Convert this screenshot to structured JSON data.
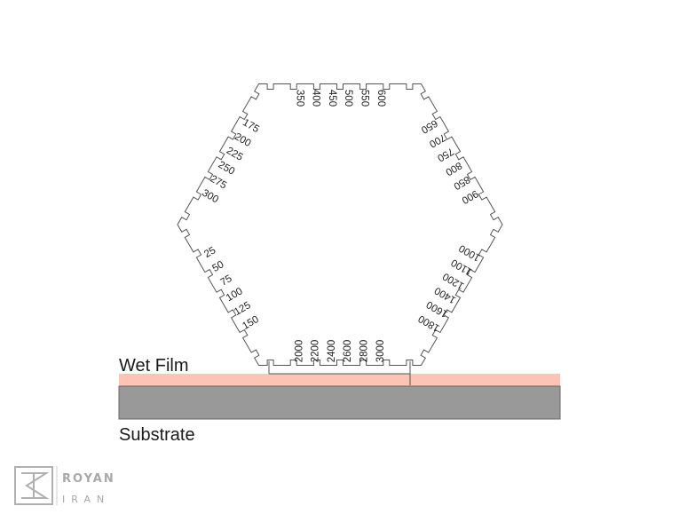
{
  "labels": {
    "wet_film": "Wet Film",
    "substrate": "Substrate"
  },
  "colors": {
    "wet_film": "#fbc4b4",
    "substrate": "#999999",
    "gauge_outline": "#555555",
    "text": "#222222",
    "logo": "#a8a8a8"
  },
  "scales": {
    "top": [
      "350",
      "400",
      "450",
      "500",
      "550",
      "600"
    ],
    "upper_right": [
      "650",
      "700",
      "750",
      "800",
      "850",
      "900"
    ],
    "lower_right": [
      "1000",
      "1100",
      "1200",
      "1400",
      "1600",
      "1800"
    ],
    "bottom": [
      "3000",
      "2800",
      "2600",
      "2400",
      "2200",
      "2000"
    ],
    "lower_left": [
      "150",
      "125",
      "100",
      "75",
      "50",
      "25"
    ],
    "upper_left": [
      "300",
      "275",
      "250",
      "225",
      "200",
      "175"
    ]
  },
  "logo": {
    "name": "ROYAN",
    "sub": "IRAN"
  }
}
